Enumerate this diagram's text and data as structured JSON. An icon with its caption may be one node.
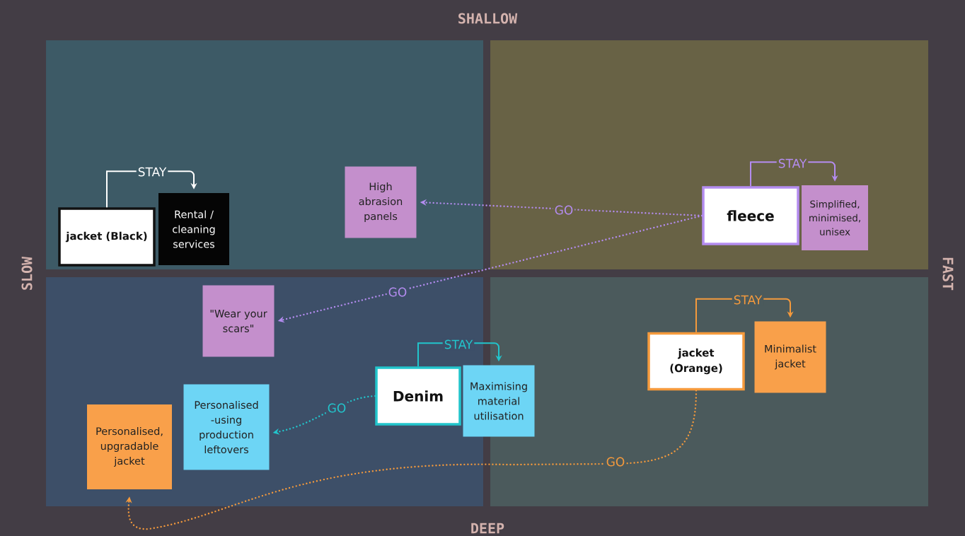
{
  "diagram": {
    "nodes": [
      {
        "text": [
          "jacket (Black)"
        ]
      },
      {
        "text": [
          "Rental / cleaning services"
        ]
      },
      {
        "text": [
          "High abrasion panels"
        ]
      },
      {
        "text": [
          "fleece"
        ]
      },
      {
        "text": [
          "Simplified, minimised, unisex"
        ]
      },
      {
        "text": [
          "\"Wear your scars\""
        ]
      },
      {
        "text": [
          "jacket (Orange)"
        ]
      },
      {
        "text": [
          "Minimalist jacket"
        ]
      },
      {
        "text": [
          "Denim"
        ]
      },
      {
        "text": [
          "Maximising material utilisation"
        ]
      },
      {
        "text": [
          "Personalised -using production leftovers"
        ]
      },
      {
        "text": [
          "Personalised, upgradable jacket"
        ]
      }
    ],
    "edges": [
      {
        "from": 0,
        "to": 1,
        "arrow": "to",
        "label": "STAY",
        "color": "#ffffff"
      },
      {
        "from": 3,
        "to": 4,
        "arrow": "to",
        "label": "STAY",
        "color": "#b48cf0"
      },
      {
        "from": 3,
        "to": 2,
        "arrow": "to",
        "label": "GO",
        "style": "dashed",
        "color": "#b48cf0"
      },
      {
        "from": 3,
        "to": 5,
        "arrow": "to",
        "label": "GO",
        "style": "dashed",
        "color": "#b48cf0"
      },
      {
        "from": 8,
        "to": 9,
        "arrow": "to",
        "label": "STAY",
        "color": "#22c5cc"
      },
      {
        "from": 8,
        "to": 10,
        "arrow": "to",
        "label": "GO",
        "style": "dashed",
        "color": "#22c5cc"
      },
      {
        "from": 6,
        "to": 7,
        "arrow": "to",
        "label": "STAY",
        "color": "#f59a3c"
      },
      {
        "from": 6,
        "to": 11,
        "arrow": "to",
        "label": "GO",
        "style": "dashed",
        "color": "#f59a3c"
      }
    ],
    "labels": [
      "SHALLOW",
      "SLOW",
      "FAST",
      "DEEP"
    ]
  }
}
